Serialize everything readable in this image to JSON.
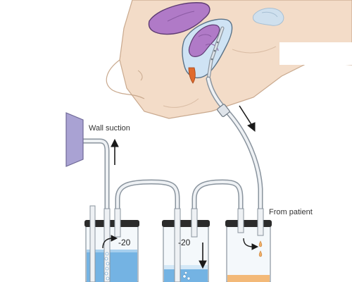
{
  "labels": {
    "wall_suction": "Wall suction",
    "from_patient": "From patient",
    "chamber1_pressure": "-20",
    "chamber2_pressure": "-20"
  },
  "colors": {
    "skin": "#f3dcc8",
    "skin_outline": "#c9a98e",
    "organ": "#b07ac7",
    "pleura": "#cfe3f4",
    "drain_blood": "#e06a2c",
    "water": "#74b3e3",
    "water_light": "#d4e8f7",
    "collected_fluid": "#f3b978",
    "jar_cap": "#2b2b2b",
    "tube": "#bcc4cc",
    "wall_plate": "#a9a2d3"
  }
}
